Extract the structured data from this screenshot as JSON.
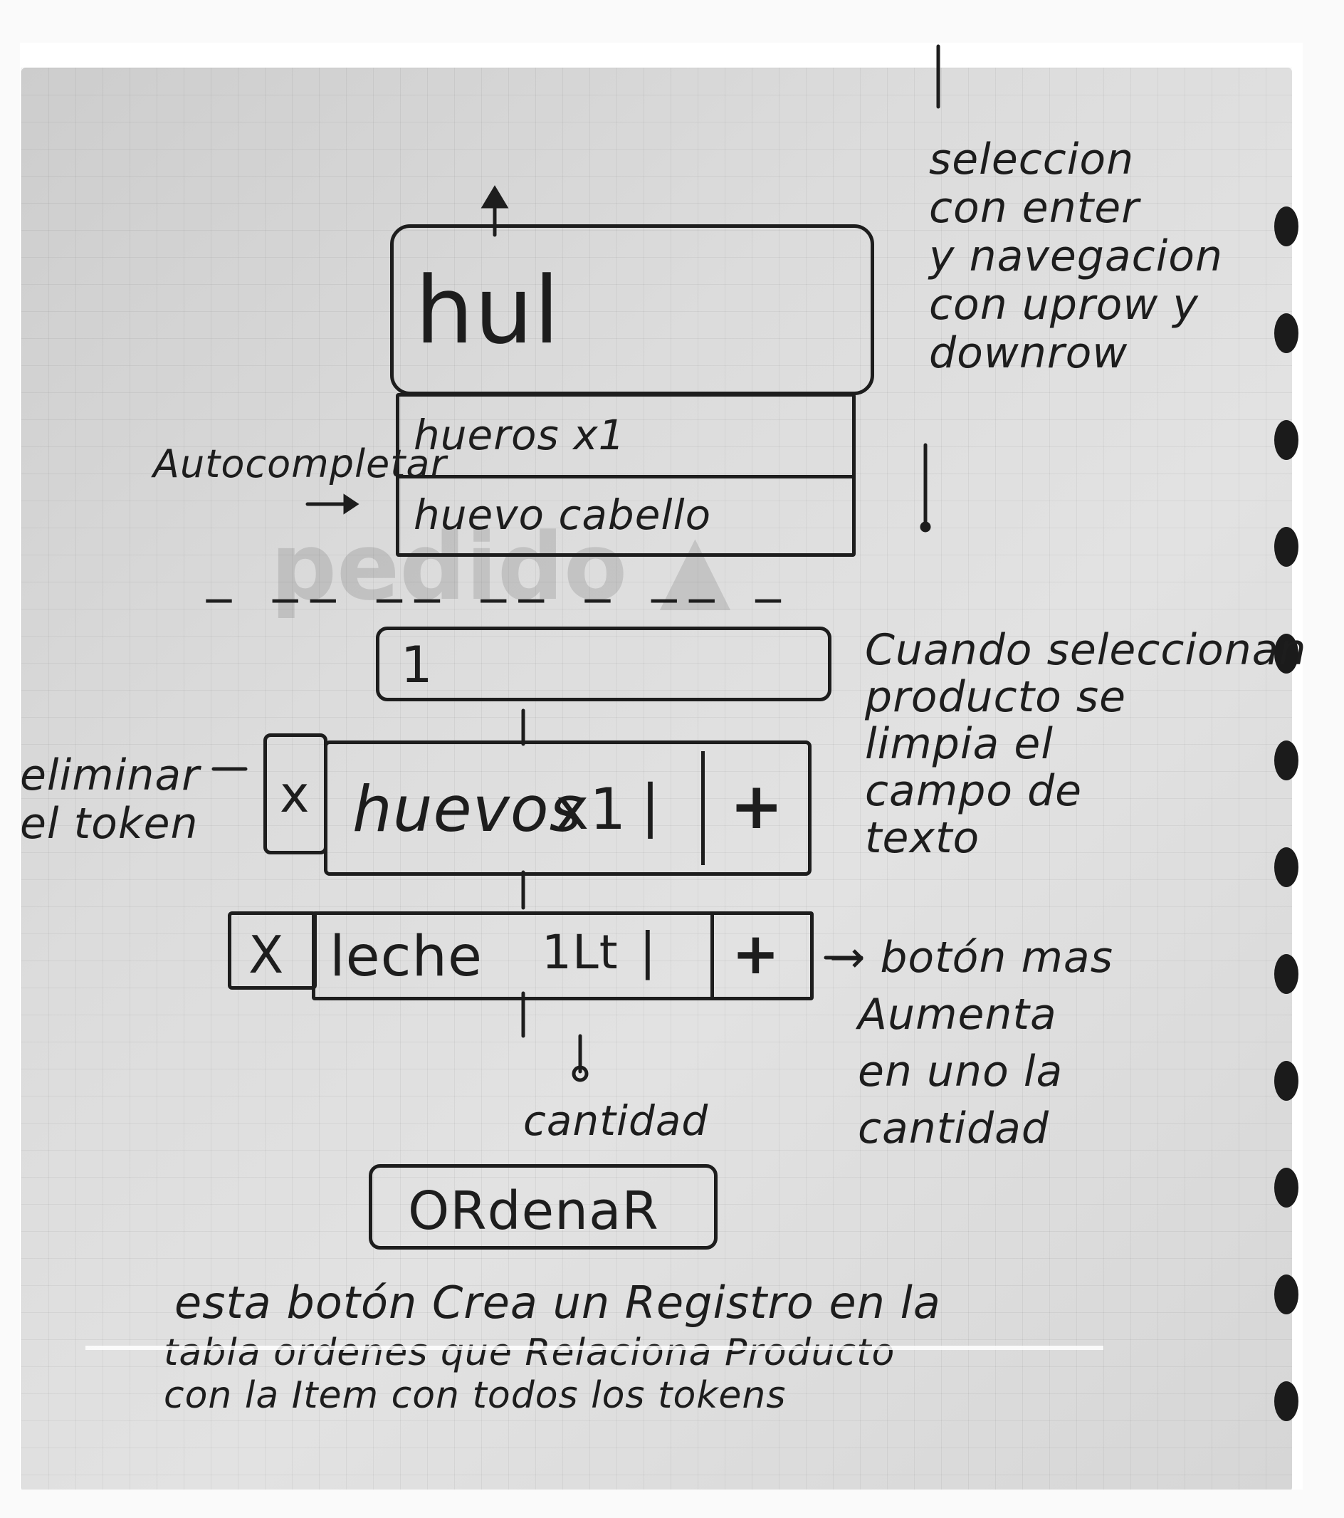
{
  "sketch": {
    "search_box_text": "hul",
    "autocomplete_label": "Autocompletar",
    "suggestions": [
      "hueros x1",
      "huevo cabello"
    ],
    "selection_note": [
      "seleccion",
      "con enter",
      "y navegacion",
      "con uprow y",
      "downrow"
    ],
    "dashes": "_ __ __ __ _ __ _",
    "quantity_input_value": "1",
    "remove_token_note": [
      "eliminar",
      "el token"
    ],
    "clear_field_note": [
      "Cuando seleccionan",
      "producto se",
      "limpia el",
      "campo de",
      "texto"
    ],
    "tokens": [
      {
        "remove": "x",
        "label": "huevos",
        "qty": "x1",
        "sep": "|",
        "add": "+"
      },
      {
        "remove": "X",
        "label": "leche",
        "qty": "1Lt",
        "sep": "|",
        "add": "+"
      }
    ],
    "plus_note": [
      "→ botón mas",
      "Aumenta",
      "en uno la",
      "cantidad"
    ],
    "cantidad_label": "cantidad",
    "order_button_label": "ORdenaR",
    "footer_note": [
      "esta botón Crea un Registro en la",
      "tabla ordenes que Relaciona Producto",
      "con la Item con todos los tokens"
    ]
  },
  "colors": {
    "ink": "#1d1d1d",
    "paper": "#dcdcdc",
    "holes": "#1b1b1b"
  }
}
